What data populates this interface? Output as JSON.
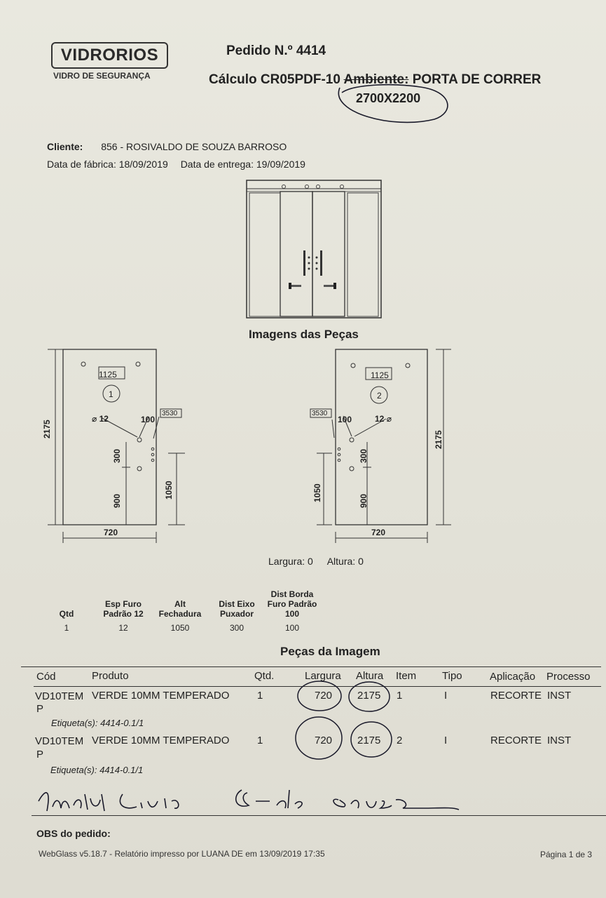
{
  "company": {
    "logo_text": "VIDRORIOS",
    "tagline": "VIDRO DE SEGURANÇA"
  },
  "header": {
    "order_label": "Pedido N.º",
    "order_number": "4414",
    "calc_label": "Cálculo CR05PDF-10",
    "ambient_label": "Ambiente:",
    "ambient_value": "PORTA DE CORRER",
    "ambient_dims": "2700X2200"
  },
  "client": {
    "label": "Cliente:",
    "value": "856 - ROSIVALDO DE SOUZA BARROSO",
    "fabric_date": "Data de fábrica: 18/09/2019",
    "delivery_date": "Data de entrega: 19/09/2019"
  },
  "images_title": "Imagens das Peças",
  "piece1": {
    "height": "2175",
    "width": "720",
    "label": "1125",
    "number": "1",
    "hole": "12",
    "edge": "100",
    "code": "3530",
    "handle": "300",
    "handle_base": "900",
    "lock": "1050"
  },
  "piece2": {
    "height": "2175",
    "width": "720",
    "label": "1125",
    "number": "2",
    "hole": "12",
    "edge": "100",
    "code": "3530",
    "handle": "300",
    "handle_base": "900",
    "lock": "1050"
  },
  "dims_line": {
    "largura": "Largura: 0",
    "altura": "Altura: 0"
  },
  "spec_table": {
    "headers": [
      "Qtd",
      "Esp Furo Padrão 12",
      "Alt Fechadura",
      "Dist Eixo Puxador",
      "Dist Borda Furo Padrão 100"
    ],
    "values": [
      "1",
      "12",
      "1050",
      "300",
      "100"
    ]
  },
  "pieces_title": "Peças da Imagem",
  "pieces_table": {
    "headers": [
      "Cód",
      "Produto",
      "Qtd.",
      "Largura",
      "Altura",
      "Item",
      "Tipo",
      "Aplicação",
      "Processo"
    ],
    "rows": [
      {
        "code": "VD10TEM",
        "code2": "P",
        "product": "VERDE 10MM TEMPERADO",
        "qty": "1",
        "width": "720",
        "height": "2175",
        "item": "1",
        "type": "I",
        "application": "RECORTE",
        "process": "INST",
        "label": "Etiqueta(s): 4414-0.1/1"
      },
      {
        "code": "VD10TEM",
        "code2": "P",
        "product": "VERDE 10MM TEMPERADO",
        "qty": "1",
        "width": "720",
        "height": "2175",
        "item": "2",
        "type": "I",
        "application": "RECORTE",
        "process": "INST",
        "label": "Etiqueta(s): 4414-0.1/1"
      }
    ]
  },
  "obs_label": "OBS do pedido:",
  "footer": {
    "left": "WebGlass v5.18.7 - Relatório impresso por LUANA DE em 13/09/2019 17:35",
    "right": "Página 1 de 3"
  }
}
